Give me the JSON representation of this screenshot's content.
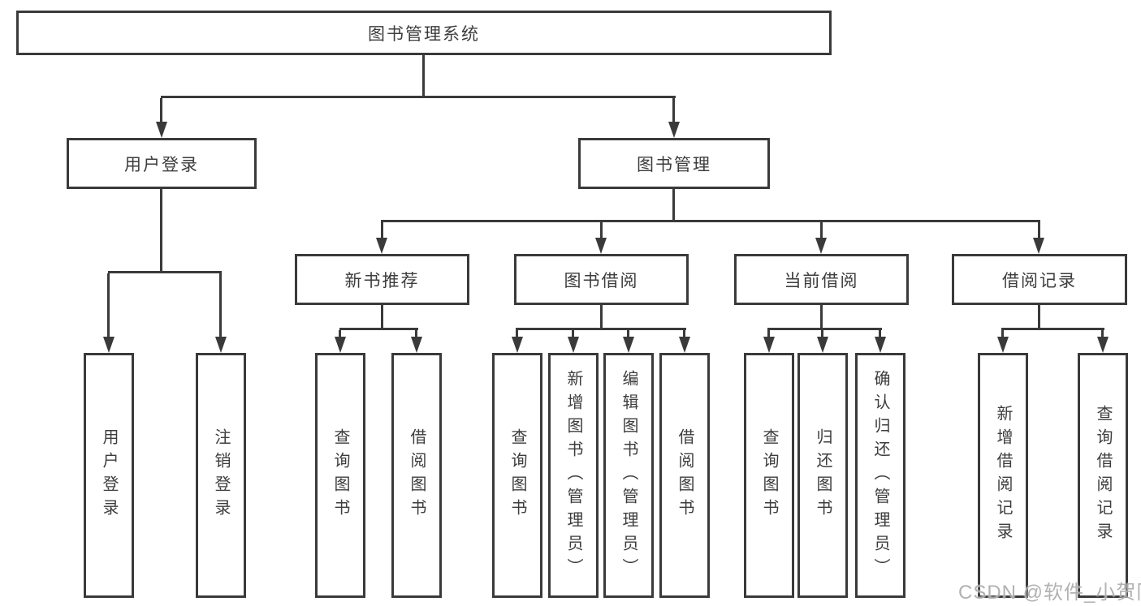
{
  "tree": {
    "label": "图书管理系统",
    "children": [
      {
        "label": "用户登录",
        "children": [
          {
            "label": "用户登录"
          },
          {
            "label": "注销登录"
          }
        ]
      },
      {
        "label": "图书管理",
        "children": [
          {
            "label": "新书推荐",
            "children": [
              {
                "label": "查询图书"
              },
              {
                "label": "借阅图书"
              }
            ]
          },
          {
            "label": "图书借阅",
            "children": [
              {
                "label": "查询图书"
              },
              {
                "label": "新增图书（管理员）"
              },
              {
                "label": "编辑图书（管理员）"
              },
              {
                "label": "借阅图书"
              }
            ]
          },
          {
            "label": "当前借阅",
            "children": [
              {
                "label": "查询图书"
              },
              {
                "label": "归还图书"
              },
              {
                "label": "确认归还（管理员）"
              }
            ]
          },
          {
            "label": "借阅记录",
            "children": [
              {
                "label": "新增借阅记录"
              },
              {
                "label": "查询借阅记录"
              }
            ]
          }
        ]
      }
    ]
  },
  "watermark": {
    "text": "CSDN @软件_小贺同学"
  },
  "colors": {
    "line": "#3a3a3a",
    "text": "#3d3d3d",
    "background": "#ffffff",
    "watermark": "#a8a8a8"
  }
}
